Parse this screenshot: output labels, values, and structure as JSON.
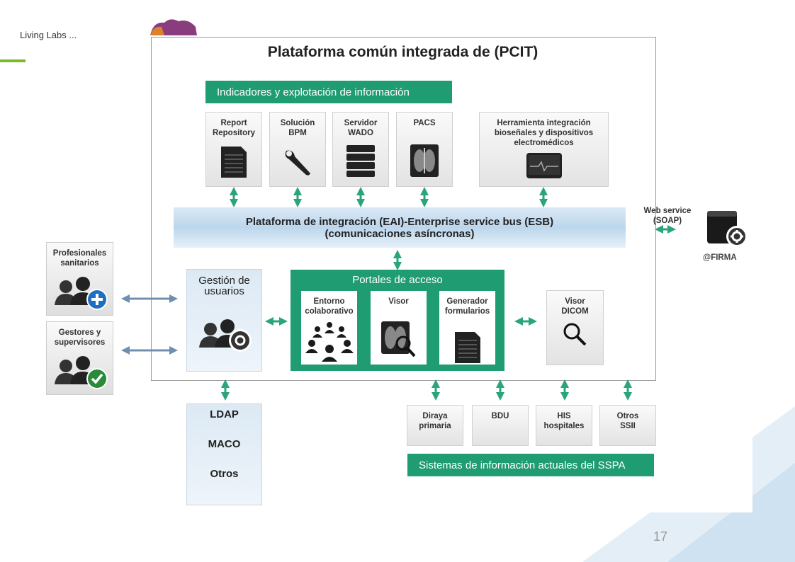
{
  "header": {
    "text": "Living Labs ..."
  },
  "slide_number": "17",
  "title": "Plataforma común integrada de (PCIT)",
  "indicators_bar": "Indicadores y explotación de información",
  "top_cards": [
    {
      "label": "Report Repository"
    },
    {
      "label": "Solución BPM"
    },
    {
      "label": "Servidor WADO"
    },
    {
      "label": "PACS"
    },
    {
      "label": "Herramienta integración bioseñales y dispositivos electromédicos"
    }
  ],
  "esb": {
    "line1": "Plataforma de integración (EAI)-Enterprise service bus (ESB)",
    "line2": "(comunicaciones asíncronas)"
  },
  "web_service": {
    "label": "Web service (SOAP)",
    "firma": "@FIRMA"
  },
  "side_cards": [
    {
      "label": "Profesionales sanitarios"
    },
    {
      "label": "Gestores y supervisores"
    }
  ],
  "gestion": {
    "label": "Gestión de usuarios"
  },
  "portales": {
    "title": "Portales de acceso",
    "cards": [
      {
        "label": "Entorno colaborativo"
      },
      {
        "label": "Visor"
      },
      {
        "label": "Generador formularios"
      }
    ]
  },
  "visor_dicom": {
    "label": "Visor DICOM"
  },
  "ldap_panel": {
    "items": [
      "LDAP",
      "MACO",
      "Otros"
    ]
  },
  "bottom_cards": [
    {
      "label": "Diraya primaria"
    },
    {
      "label": "BDU"
    },
    {
      "label": "HIS hospitales"
    },
    {
      "label": "Otros SSII"
    }
  ],
  "sspa_bar": "Sistemas de información actuales del SSPA",
  "colors": {
    "green": "#1f9c72",
    "arrow_green": "#2aa57b",
    "arrow_blue": "#6f8fb0",
    "accent": "#7ab929"
  }
}
